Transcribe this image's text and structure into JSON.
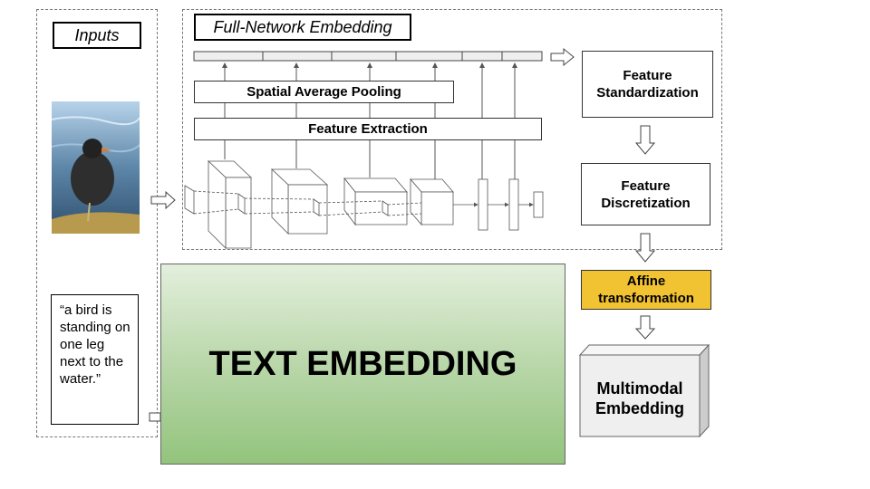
{
  "labels": {
    "inputs": "Inputs",
    "full_network_embedding": "Full-Network Embedding",
    "spatial_average_pooling": "Spatial Average Pooling",
    "feature_extraction": "Feature Extraction",
    "feature_standardization": "Feature Standardization",
    "feature_discretization": "Feature Discretization",
    "affine_transformation": "Affine transformation",
    "text_embedding": "TEXT EMBEDDING",
    "multimodal_embedding": "Multimodal Embedding"
  },
  "caption": "“a bird is standing on one leg next to the water.”",
  "colors": {
    "affine_fill": "#f1c232",
    "text_embedding_top": "#e3efdc",
    "text_embedding_bottom": "#93c47d",
    "cube_face": "#efefef"
  },
  "icons": [
    "bird-photo",
    "arrow-icon",
    "cnn-layer-icon"
  ]
}
